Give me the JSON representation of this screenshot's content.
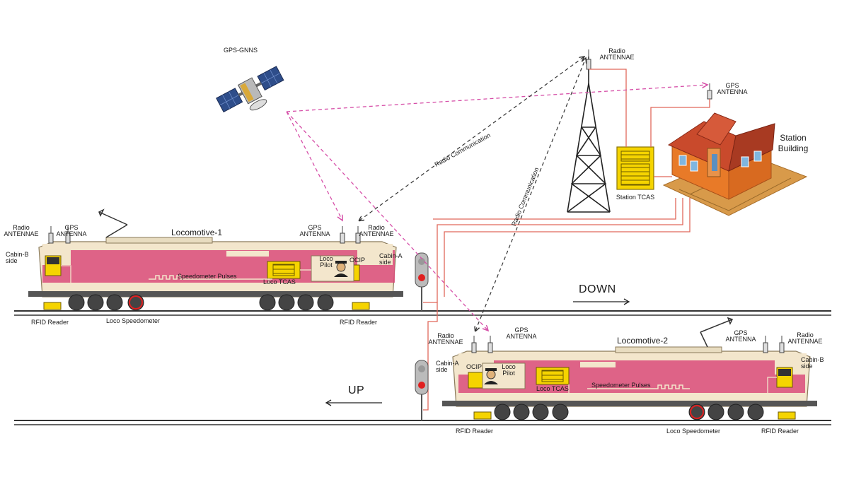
{
  "labels": {
    "gps_gnns": "GPS-GNNS",
    "radio_antennae": "Radio ANTENNAE",
    "gps_antenna": "GPS ANTENNA",
    "radio_communication": "Radio Communication",
    "station_building": "Station Building",
    "station_tcas": "Station TCAS",
    "locomotive_1": "Locomotive-1",
    "locomotive_2": "Locomotive-2",
    "cabin_a_side": "Cabin-A side",
    "cabin_b_side": "Cabin-B side",
    "loco_pilot": "Loco Pilot",
    "ocip": "OCIP",
    "speedometer_pulses": "Speedometer Pulses",
    "loco_tcas": "Loco TCAS",
    "rfid_reader": "RFID Reader",
    "loco_speedometer": "Loco Speedometer",
    "down": "DOWN",
    "up": "UP"
  },
  "colors": {
    "loco_body": "#f3e6cc",
    "loco_stripe": "#d94b7a",
    "wire": "#e0685a",
    "gps_link": "#d64fa8",
    "radio_link": "#333333",
    "tcas_box": "#f5d400",
    "rail": "#333333"
  }
}
